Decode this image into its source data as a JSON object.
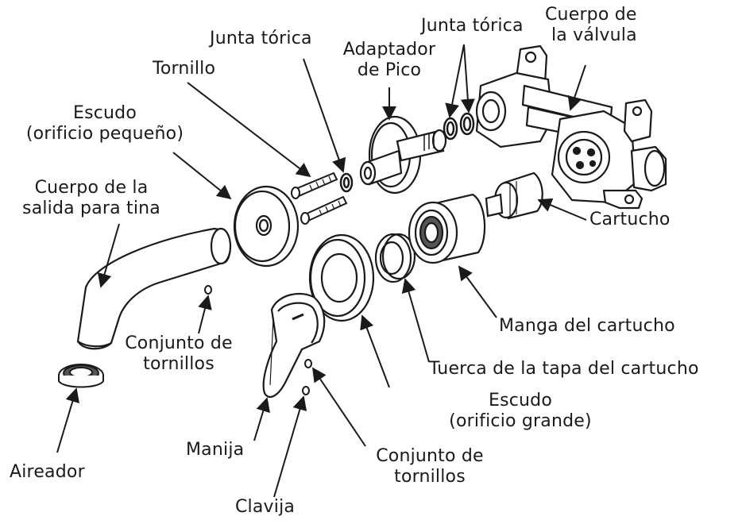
{
  "labels": {
    "cuerpo_valvula": [
      "Cuerpo de",
      "la válvula"
    ],
    "junta_torica_right": "Junta tórica",
    "junta_torica_left": "Junta tórica",
    "adaptador_pico": [
      "Adaptador",
      "de Pico"
    ],
    "tornillo": "Tornillo",
    "escudo_pequeno": [
      "Escudo",
      "(orificio pequeño)"
    ],
    "cuerpo_salida": [
      "Cuerpo de la",
      "salida para tina"
    ],
    "cartucho": "Cartucho",
    "manga_cartucho": "Manga del cartucho",
    "tuerca_tapa": "Tuerca de la tapa del cartucho",
    "escudo_grande": [
      "Escudo",
      "(orificio grande)"
    ],
    "conjunto_tornillos_a": [
      "Conjunto de",
      "tornillos"
    ],
    "conjunto_tornillos_b": [
      "Conjunto de",
      "tornillos"
    ],
    "manija": "Manija",
    "aireador": "Aireador",
    "clavija": "Clavija"
  }
}
